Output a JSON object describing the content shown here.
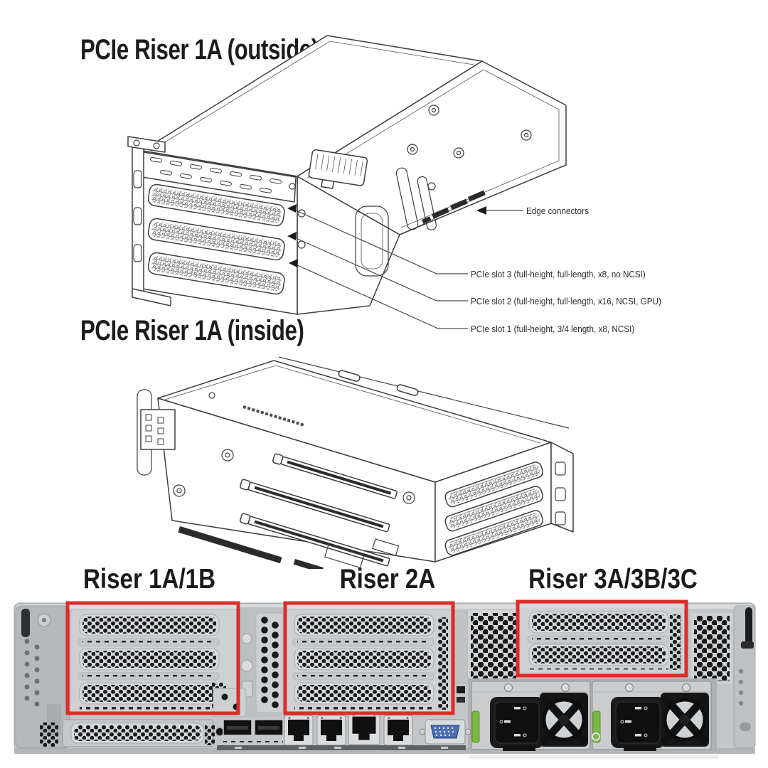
{
  "colors": {
    "highlight": "#e02b28",
    "ink": "#231f20",
    "line_art": "#3e3e3e",
    "chassis_gray": "#c4c7c9",
    "vga_blue": "#4a6fb5",
    "psu_latch_green": "#7cb842"
  },
  "outside_diagram": {
    "title": "PCIe Riser 1A (outside)",
    "callouts": {
      "edge": "Edge connectors",
      "slot3": "PCIe slot 3 (full-height, full-length, x8, no NCSI)",
      "slot2": "PCIe slot 2 (full-height, full-length, x16, NCSI, GPU)",
      "slot1": "PCIe slot 1 (full-height, 3/4 length, x8, NCSI)"
    }
  },
  "inside_diagram": {
    "title": "PCIe Riser 1A (inside)"
  },
  "rear_view": {
    "labels": [
      {
        "id": "riser1",
        "text": "Riser 1A/1B"
      },
      {
        "id": "riser2",
        "text": "Riser 2A"
      },
      {
        "id": "riser3",
        "text": "Riser 3A/3B/3C"
      }
    ]
  }
}
